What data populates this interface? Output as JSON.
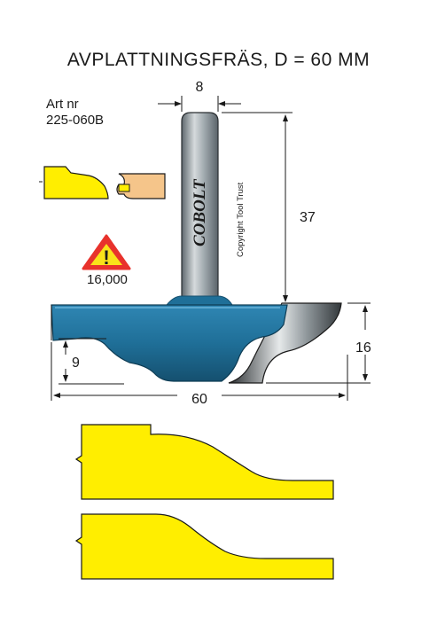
{
  "title": "AVPLATTNINGSFRÄS, D = 60 MM",
  "article": {
    "label": "Art nr",
    "number": "225-060B"
  },
  "warning": {
    "symbol": "!",
    "speed": "16,000"
  },
  "shank": {
    "brand": "COBOLT",
    "copyright": "Copyright Tool Trust"
  },
  "dimensions": {
    "shank_diameter": "8",
    "shank_length": "37",
    "cut_height": "16",
    "bottom_offset": "9",
    "diameter": "60"
  },
  "colors": {
    "profile_yellow": "#ffee00",
    "wood": "#f5c58a",
    "cutter_blue": "#1f6f98",
    "shank_grey": "#8c969c",
    "warning_red": "#e8322c",
    "warning_yellow": "#f9e21a"
  }
}
